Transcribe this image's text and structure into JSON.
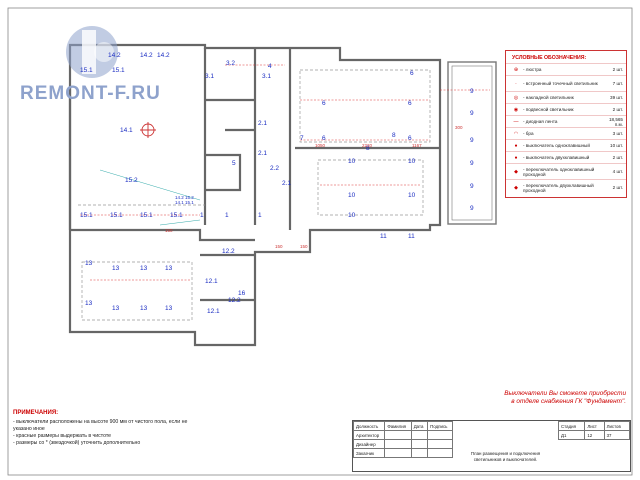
{
  "brand": {
    "logo_text": "REMONT-F.RU"
  },
  "legend": {
    "title": "УСЛОВНЫЕ ОБОЗНАЧЕНИЯ:",
    "items": [
      {
        "label": "- люстра",
        "qty": "2 шт.",
        "icon": "chandelier-icon"
      },
      {
        "label": "- встроенный точечный светильник",
        "qty": "7 шт.",
        "icon": "spotlight-icon"
      },
      {
        "label": "- накладной светильник",
        "qty": "39 шт.",
        "icon": "surface-light-icon"
      },
      {
        "label": "- подвесной светильник",
        "qty": "2 шт.",
        "icon": "pendant-light-icon"
      },
      {
        "label": "- диодная лента",
        "qty": "18,565 п.м.",
        "icon": "led-strip-icon"
      },
      {
        "label": "- бра",
        "qty": "3 шт.",
        "icon": "sconce-icon"
      },
      {
        "label": "- выключатель одноклавишный",
        "qty": "10 шт.",
        "icon": "switch-single-icon"
      },
      {
        "label": "- выключатель двухклавишный",
        "qty": "2 шт.",
        "icon": "switch-double-icon"
      },
      {
        "label": "- переключатель одноклавишный проходной",
        "qty": "4 шт.",
        "icon": "passthrough-single-icon"
      },
      {
        "label": "- переключатель двухклавишный проходной",
        "qty": "2 шт.",
        "icon": "passthrough-double-icon"
      }
    ]
  },
  "offer": {
    "line1": "Выключатели Вы сможете приобрести",
    "line2": "в отделе снабжения ГК \"Фундамент\"."
  },
  "notes": {
    "title": "ПРИМЕЧАНИЯ:",
    "lines": [
      "- выключатели расположены на высоте 900 мм от чистого пола, если не",
      "указано иное",
      "- красные размеры выдержать в чистоте",
      "- размеры со * (звездочкой) уточнить дополнительно"
    ]
  },
  "stamp": {
    "headers": [
      "Должность",
      "Фамилия",
      "Дата",
      "Подпись"
    ],
    "roles": [
      "Архитектор",
      "Дизайнер",
      "Заказчик"
    ],
    "meta_headers": [
      "Стадия",
      "Лист",
      "Листов"
    ],
    "meta_values": [
      "Д1",
      "12",
      "37"
    ],
    "sheet_title": "План размещения и подключения светильников и выключателей."
  },
  "plan": {
    "room_labels": [
      {
        "t": "14.2"
      },
      {
        "t": "14.2"
      },
      {
        "t": "14.2"
      },
      {
        "t": "15.1"
      },
      {
        "t": "15.1"
      },
      {
        "t": "14.1"
      },
      {
        "t": "3.2"
      },
      {
        "t": "3.1"
      },
      {
        "t": "3.1"
      },
      {
        "t": "4"
      },
      {
        "t": "2.1"
      },
      {
        "t": "2.1"
      },
      {
        "t": "2.2"
      },
      {
        "t": "2.1"
      },
      {
        "t": "5"
      },
      {
        "t": "15.2"
      },
      {
        "t": "15.1"
      },
      {
        "t": "15.1"
      },
      {
        "t": "15.1"
      },
      {
        "t": "15.1"
      },
      {
        "t": "1"
      },
      {
        "t": "1"
      },
      {
        "t": "1"
      },
      {
        "t": "6"
      },
      {
        "t": "6"
      },
      {
        "t": "6"
      },
      {
        "t": "6"
      },
      {
        "t": "6"
      },
      {
        "t": "8"
      },
      {
        "t": "8"
      },
      {
        "t": "7"
      },
      {
        "t": "10"
      },
      {
        "t": "10"
      },
      {
        "t": "10"
      },
      {
        "t": "10"
      },
      {
        "t": "10"
      },
      {
        "t": "11"
      },
      {
        "t": "11"
      },
      {
        "t": "9"
      },
      {
        "t": "9"
      },
      {
        "t": "9"
      },
      {
        "t": "9"
      },
      {
        "t": "9"
      },
      {
        "t": "9"
      },
      {
        "t": "13"
      },
      {
        "t": "13"
      },
      {
        "t": "13"
      },
      {
        "t": "13"
      },
      {
        "t": "13"
      },
      {
        "t": "13"
      },
      {
        "t": "13"
      },
      {
        "t": "13"
      },
      {
        "t": "12.1"
      },
      {
        "t": "12.2"
      },
      {
        "t": "12.1"
      },
      {
        "t": "16"
      },
      {
        "t": "12.2"
      },
      {
        "t": "14.2 15.2"
      },
      {
        "t": "14.1 15.1"
      }
    ],
    "dimensions": [
      "1050",
      "2220",
      "1167",
      "150",
      "150",
      "150",
      "300"
    ]
  }
}
